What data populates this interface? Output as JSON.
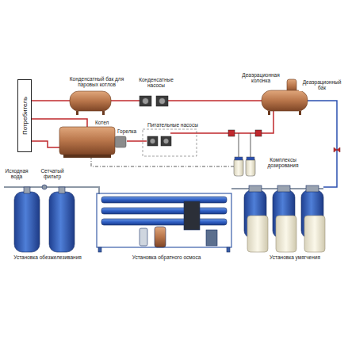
{
  "diagram": {
    "nodes": [
      {
        "text": [
          "Потребитель"
        ]
      }
    ],
    "labels": [
      "Конденсатный бак для паровых котлов",
      "Конденсатные насосы",
      "Деаэрационная колонка",
      "Деаэрационный бак",
      "Котел",
      "Горелка",
      "Питательные насосы",
      "Комплексы дозирования",
      "Исходная вода",
      "Сетчатый фильтр",
      "Установка обезжелезивания",
      "Установка обратного осмоса",
      "Установка умягчения"
    ]
  }
}
